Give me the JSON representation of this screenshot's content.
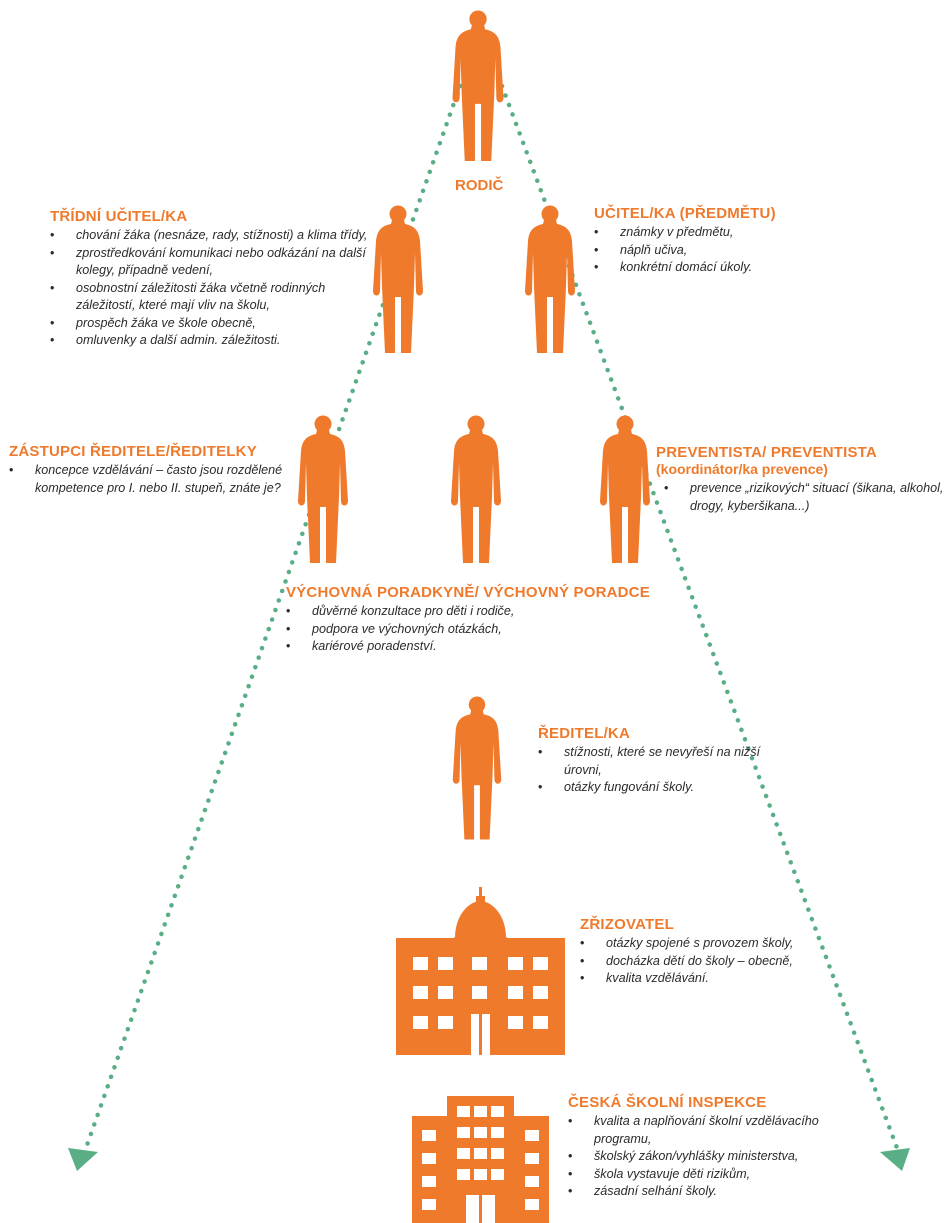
{
  "colors": {
    "accent": "#ef7a2c",
    "dotted_line": "#5aae86",
    "text": "#2b2b2b"
  },
  "icons": [
    "person-icon",
    "school-building-icon",
    "office-building-icon",
    "arrow-head-icon"
  ],
  "parent": {
    "label": "RODIČ"
  },
  "class_teacher": {
    "title": "TŘÍDNÍ UČITEL/KA",
    "items": [
      "chování žáka (nesnáze, rady, stížnosti) a klima třídy,",
      "zprostředkování komunikaci nebo odkázání na další kolegy, případně vedení,",
      "osobnostní záležitosti žáka včetně rodinných záležitostí, které mají vliv na školu,",
      "prospěch žáka ve škole obecně,",
      "omluvenky a další admin. záležitosti."
    ]
  },
  "subject_teacher": {
    "title": "UČITEL/KA (PŘEDMĚTU)",
    "items": [
      "známky v předmětu,",
      "náplň učiva,",
      "konkrétní domácí úkoly."
    ]
  },
  "deputy": {
    "title": "ZÁSTUPCI ŘEDITELE/ŘEDITELKY",
    "items": [
      "koncepce vzdělávání – často jsou rozdělené kompetence pro I. nebo II. stupeň, znáte je?"
    ]
  },
  "prevention": {
    "title": "PREVENTISTA/ PREVENTISTA",
    "subtitle": "(koordinátor/ka prevence)",
    "items": [
      "prevence „rizikových“ situací (šikana, alkohol, drogy, kyberšikana...)"
    ]
  },
  "counselor": {
    "title": "VÝCHOVNÁ PORADKYNĚ/ VÝCHOVNÝ PORADCE",
    "items": [
      "důvěrné konzultace pro děti i rodiče,",
      "podpora ve výchovných otázkách,",
      "kariérové poradenství."
    ]
  },
  "principal": {
    "title": "ŘEDITEL/KA",
    "items": [
      "stížnosti, které se nevyřeší na nižší úrovni,",
      "otázky fungování školy."
    ]
  },
  "founder": {
    "title": "ZŘIZOVATEL",
    "items": [
      "otázky spojené s provozem školy,",
      "docházka dětí do školy – obecně,",
      "kvalita vzdělávání."
    ]
  },
  "inspection": {
    "title": "ČESKÁ ŠKOLNÍ INSPEKCE",
    "items": [
      "kvalita a naplňování školní vzdělávacího programu,",
      "školský zákon/vyhlášky ministerstva,",
      "škola vystavuje děti rizikům,",
      "zásadní selhání školy."
    ]
  }
}
